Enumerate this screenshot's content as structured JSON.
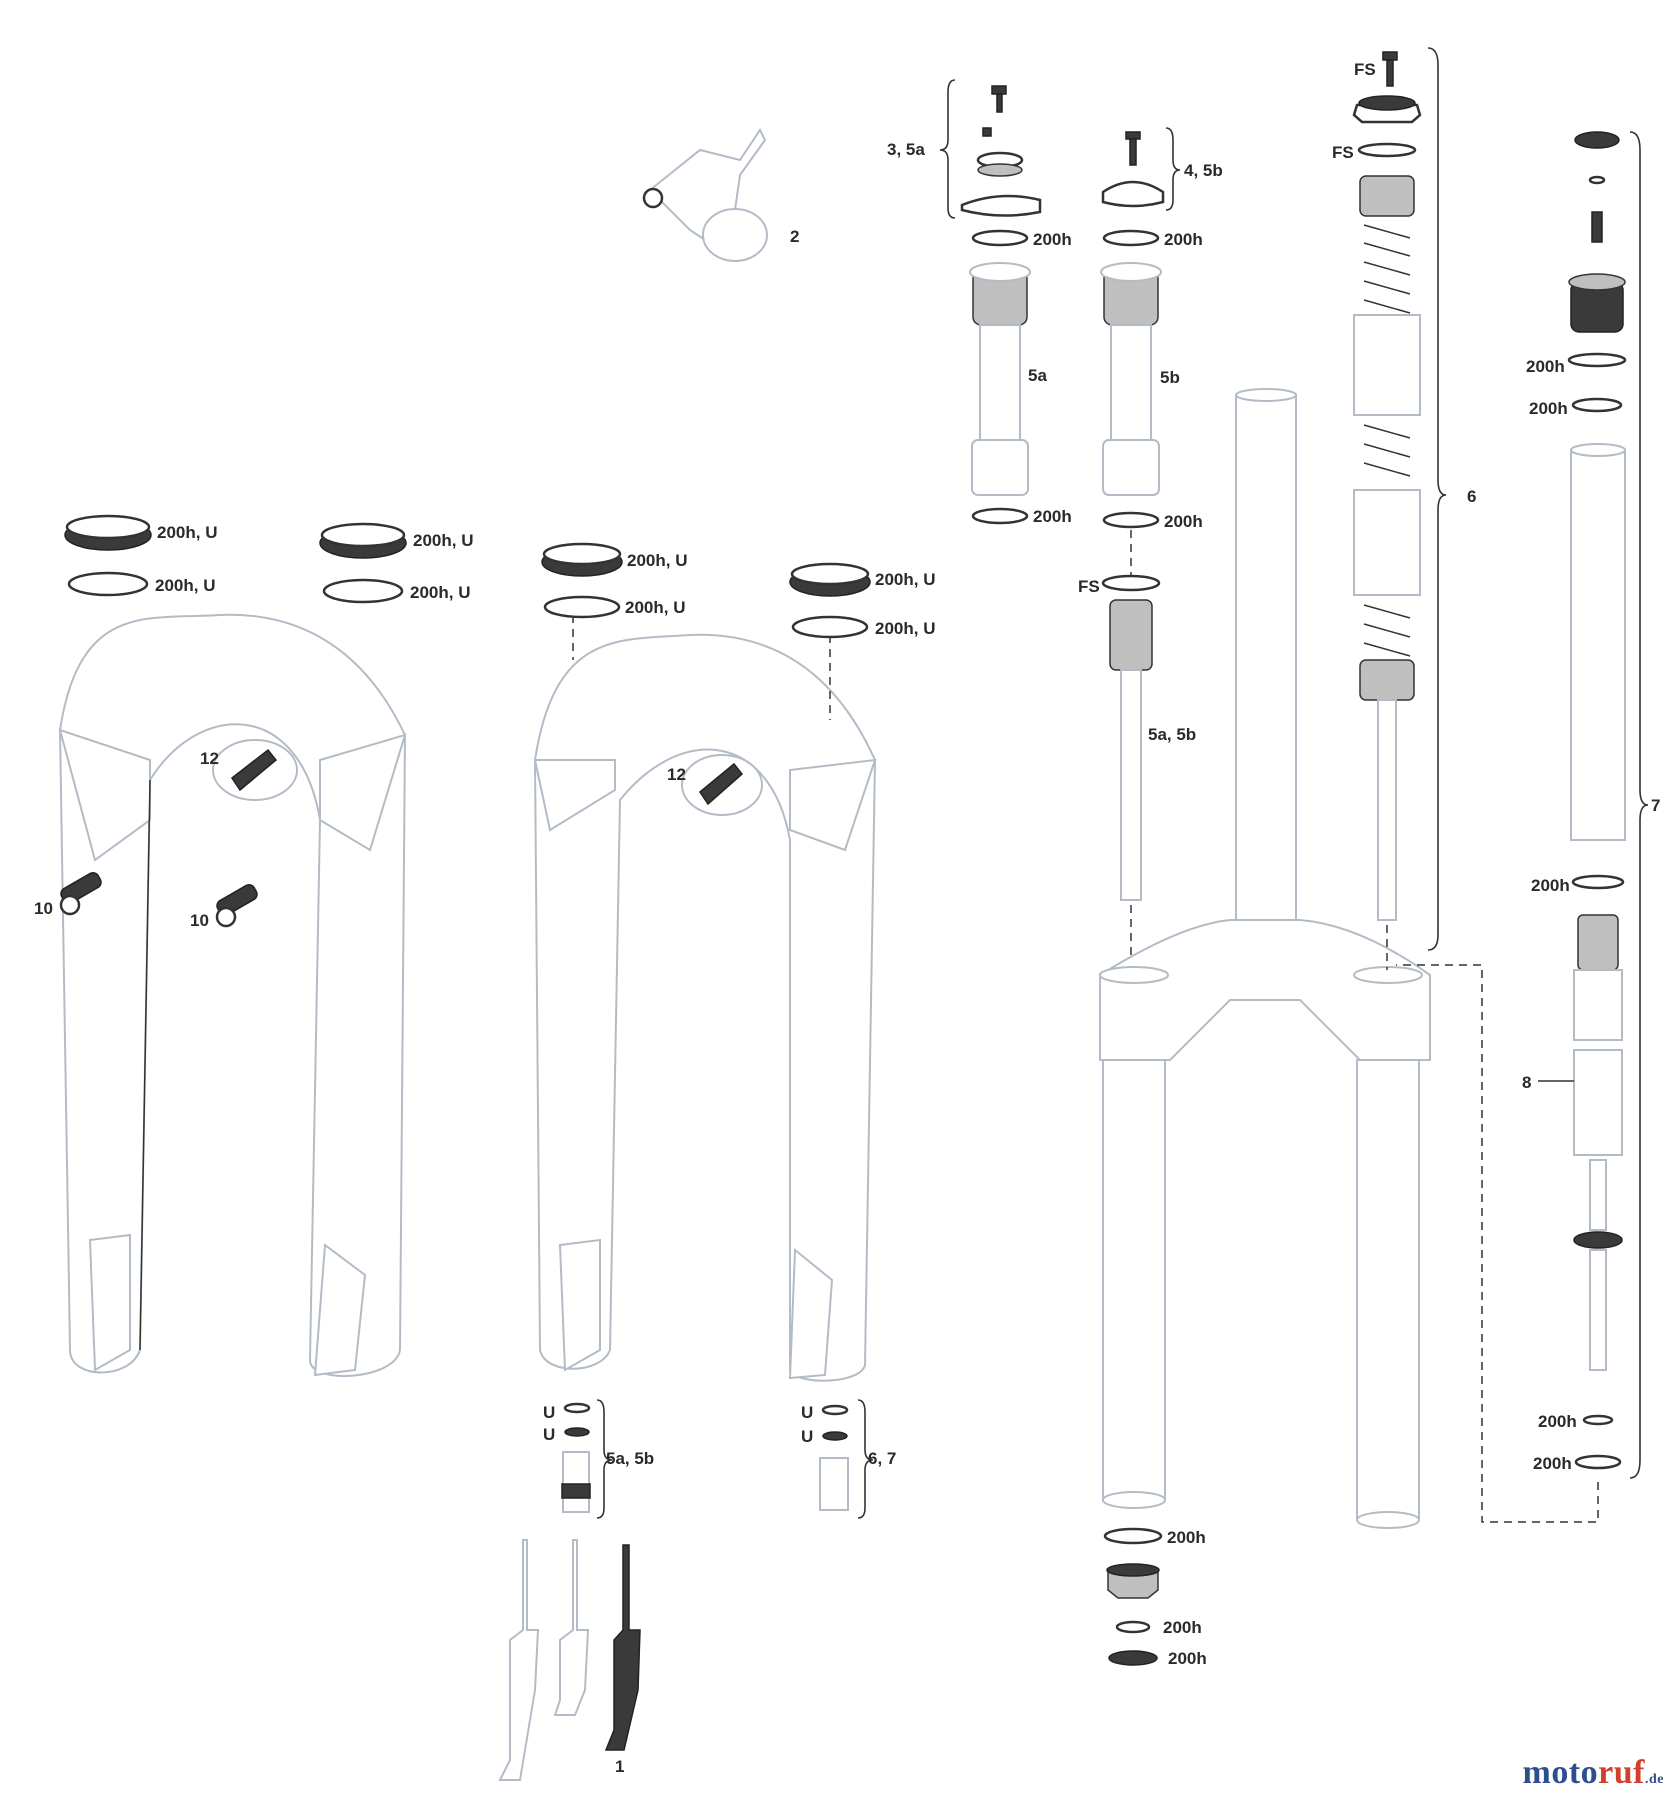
{
  "labels": {
    "l_200h_u": "200h, U",
    "l_200h": "200h",
    "l_fs": "FS",
    "l_u": "U",
    "l_1": "1",
    "l_2": "2",
    "l_3_5a": "3, 5a",
    "l_4_5b": "4, 5b",
    "l_5a": "5a",
    "l_5b": "5b",
    "l_5a_5b": "5a, 5b",
    "l_6": "6",
    "l_6_7": "6, 7",
    "l_7": "7",
    "l_8": "8",
    "l_10": "10",
    "l_12": "12"
  },
  "watermark": {
    "part1": "moto",
    "part2": "ruf",
    "part3": ".de"
  },
  "colors": {
    "outline": "#b3bcc6",
    "ink": "#333333",
    "brand_blue": "#2d4f8f",
    "brand_red": "#d0402a"
  }
}
